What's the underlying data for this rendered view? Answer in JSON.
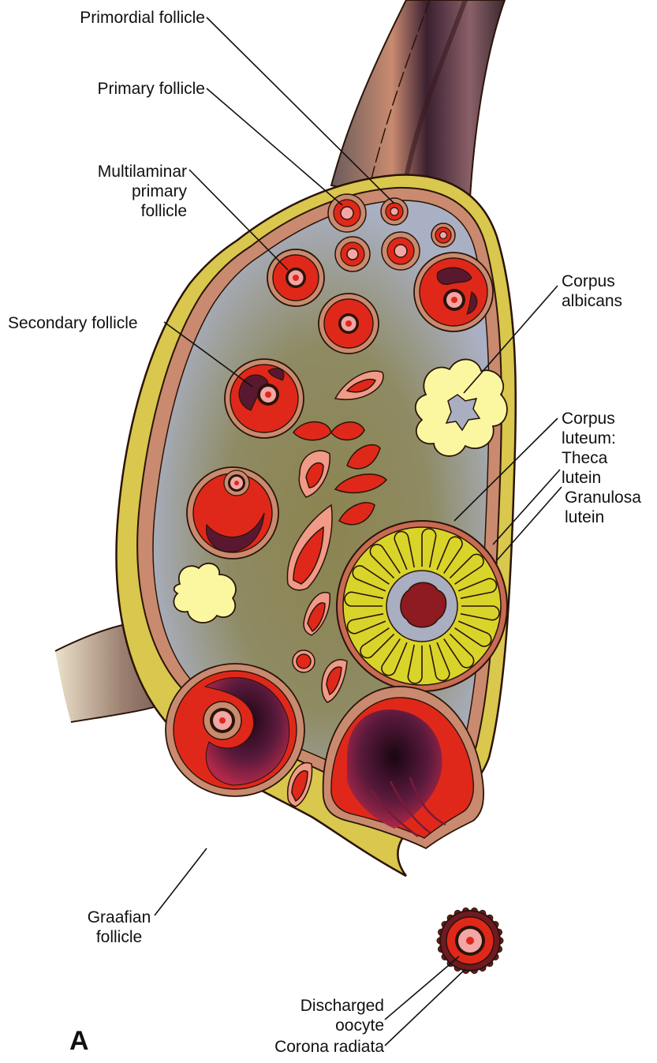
{
  "colors": {
    "stroma": "#a9aec0",
    "stroma_center": "#7f7a4c",
    "capsule": "#d3c34e",
    "tunica": "#c98a6f",
    "follicle_red": "#e0281a",
    "follicle_dark": "#6e1a32",
    "oocyte_pink": "#f2a6a6",
    "corpus_albicans": "#fbf7a0",
    "corpus_luteum": "#d9d42a",
    "theca_rim": "#c96a52",
    "outline": "#2a1408"
  },
  "labels": {
    "primordial": "Primordial follicle",
    "primary": "Primary follicle",
    "multilaminar": [
      "Multilaminar",
      "primary",
      "follicle"
    ],
    "secondary": "Secondary follicle",
    "corpus_albicans": [
      "Corpus",
      "albicans"
    ],
    "corpus_luteum": [
      "Corpus",
      "luteum:",
      "Theca",
      "lutein",
      "Granulosa",
      "lutein"
    ],
    "graafian": [
      "Graafian",
      "follicle"
    ],
    "discharged": [
      "Discharged",
      "oocyte"
    ],
    "corona": "Corona radiata",
    "panel": "A"
  }
}
